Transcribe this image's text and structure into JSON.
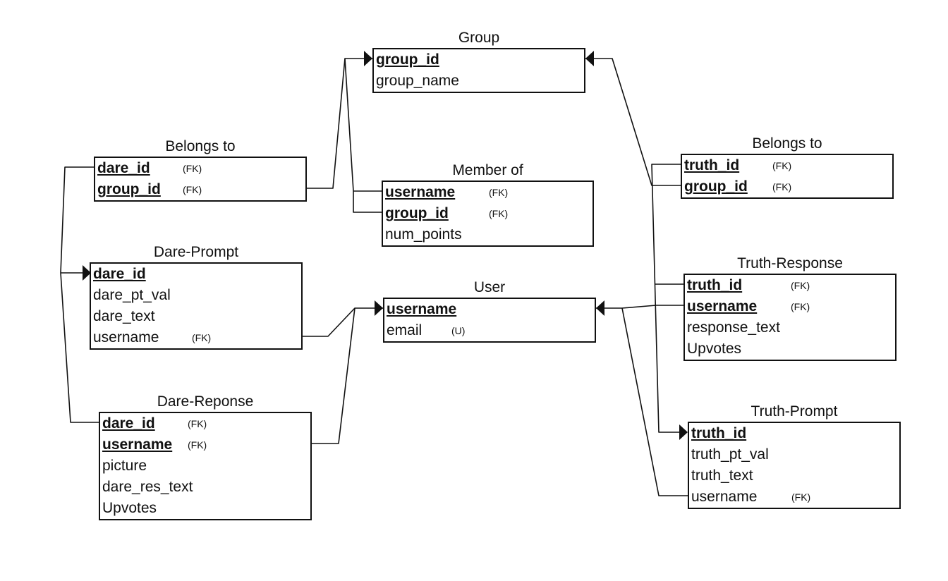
{
  "entities": {
    "group": {
      "title": "Group",
      "attrs": [
        {
          "name": "group_id",
          "key": true,
          "tag": ""
        },
        {
          "name": "group_name",
          "key": false,
          "tag": ""
        }
      ]
    },
    "belongs_dare": {
      "title": "Belongs to",
      "attrs": [
        {
          "name": "dare_id",
          "key": true,
          "tag": "(FK)"
        },
        {
          "name": "group_id",
          "key": true,
          "tag": "(FK)"
        }
      ]
    },
    "member_of": {
      "title": "Member of",
      "attrs": [
        {
          "name": "username",
          "key": true,
          "tag": "(FK)"
        },
        {
          "name": "group_id",
          "key": true,
          "tag": "(FK)"
        },
        {
          "name": "num_points",
          "key": false,
          "tag": ""
        }
      ]
    },
    "belongs_truth": {
      "title": "Belongs to",
      "attrs": [
        {
          "name": "truth_id",
          "key": true,
          "tag": "(FK)"
        },
        {
          "name": "group_id",
          "key": true,
          "tag": "(FK)"
        }
      ]
    },
    "dare_prompt": {
      "title": "Dare-Prompt",
      "attrs": [
        {
          "name": "dare_id",
          "key": true,
          "tag": ""
        },
        {
          "name": "dare_pt_val",
          "key": false,
          "tag": ""
        },
        {
          "name": "dare_text",
          "key": false,
          "tag": ""
        },
        {
          "name": "username",
          "key": false,
          "tag": "(FK)"
        }
      ]
    },
    "user": {
      "title": "User",
      "attrs": [
        {
          "name": "username",
          "key": true,
          "tag": ""
        },
        {
          "name": "email",
          "key": false,
          "tag": "(U)"
        }
      ]
    },
    "truth_response": {
      "title": "Truth-Response",
      "attrs": [
        {
          "name": "truth_id",
          "key": true,
          "tag": "(FK)"
        },
        {
          "name": "username",
          "key": true,
          "tag": "(FK)"
        },
        {
          "name": "response_text",
          "key": false,
          "tag": ""
        },
        {
          "name": "Upvotes",
          "key": false,
          "tag": ""
        }
      ]
    },
    "dare_response": {
      "title": "Dare-Reponse",
      "attrs": [
        {
          "name": "dare_id",
          "key": true,
          "tag": "(FK)"
        },
        {
          "name": "username",
          "key": true,
          "tag": "(FK)"
        },
        {
          "name": "picture",
          "key": false,
          "tag": ""
        },
        {
          "name": "dare_res_text",
          "key": false,
          "tag": ""
        },
        {
          "name": "Upvotes",
          "key": false,
          "tag": ""
        }
      ]
    },
    "truth_prompt": {
      "title": "Truth-Prompt",
      "attrs": [
        {
          "name": "truth_id",
          "key": true,
          "tag": ""
        },
        {
          "name": "truth_pt_val",
          "key": false,
          "tag": ""
        },
        {
          "name": "truth_text",
          "key": false,
          "tag": ""
        },
        {
          "name": "username",
          "key": false,
          "tag": "(FK)"
        }
      ]
    }
  }
}
